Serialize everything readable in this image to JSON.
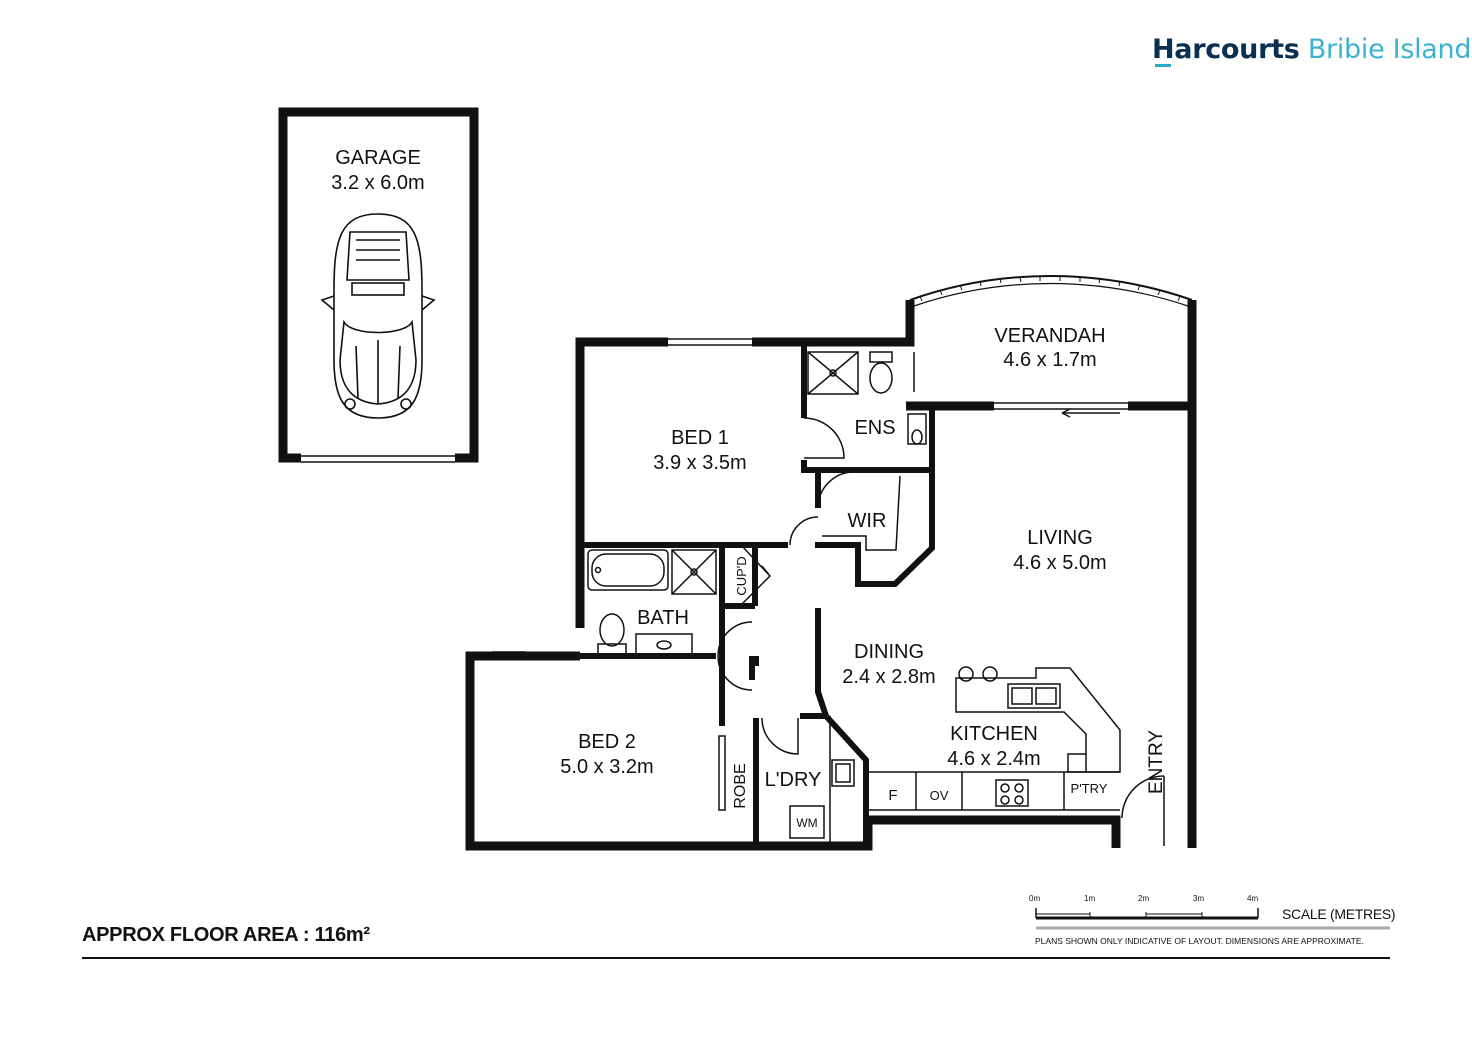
{
  "brand": {
    "name": "Harcourts",
    "location": "Bribie Island"
  },
  "rooms": {
    "garage": {
      "name": "GARAGE",
      "size": "3.2 x 6.0m"
    },
    "verandah": {
      "name": "VERANDAH",
      "size": "4.6 x 1.7m"
    },
    "bed1": {
      "name": "BED 1",
      "size": "3.9 x 3.5m"
    },
    "ens": {
      "name": "ENS"
    },
    "wir": {
      "name": "WIR"
    },
    "living": {
      "name": "LIVING",
      "size": "4.6 x 5.0m"
    },
    "cupd": {
      "name": "CUP'D"
    },
    "bath": {
      "name": "BATH"
    },
    "dining": {
      "name": "DINING",
      "size": "2.4 x 2.8m"
    },
    "bed2": {
      "name": "BED 2",
      "size": "5.0 x 3.2m"
    },
    "kitchen": {
      "name": "KITCHEN",
      "size": "4.6 x 2.4m"
    },
    "robe": {
      "name": "ROBE"
    },
    "ldry": {
      "name": "L'DRY"
    },
    "wm": {
      "name": "WM"
    },
    "fridge": {
      "name": "F"
    },
    "oven": {
      "name": "OV"
    },
    "pantry": {
      "name": "P'TRY"
    },
    "entry": {
      "name": "ENTRY"
    }
  },
  "area": {
    "text": "APPROX FLOOR AREA  :  116m²"
  },
  "scale": {
    "title": "SCALE (METRES)",
    "ticks": [
      "0m",
      "1m",
      "2m",
      "3m",
      "4m"
    ],
    "note": "PLANS SHOWN ONLY INDICATIVE OF LAYOUT.  DIMENSIONS ARE APPROXIMATE."
  }
}
